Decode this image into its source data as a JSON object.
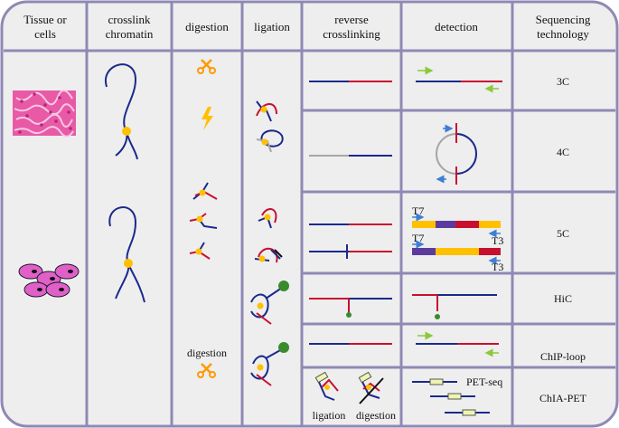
{
  "headers": {
    "tissue": [
      "Tissue or",
      "cells"
    ],
    "crosslink": [
      "crosslink",
      "chromatin"
    ],
    "digestion": "digestion",
    "ligation": "ligation",
    "reverse": [
      "reverse",
      "crosslinking"
    ],
    "detection": "detection",
    "sequencing": [
      "Sequencing",
      "technology"
    ]
  },
  "rows": [
    {
      "technology": "3C"
    },
    {
      "technology": "4C"
    },
    {
      "technology": "5C"
    },
    {
      "technology": "HiC"
    },
    {
      "technology": "ChIP-loop"
    },
    {
      "technology": "ChIA-PET"
    }
  ],
  "labels": {
    "digestion_text": "digestion",
    "t7_top": "T7",
    "t7_bottom": "T7",
    "t3_top": "T3",
    "t3_bottom": "T3",
    "pet_seq": "PET-seq",
    "chia_ligation": "ligation",
    "chia_digestion": "digestion"
  },
  "colors": {
    "panel": "#eeeeee",
    "border": "#8e89b5",
    "blue": "#1a2a8c",
    "red": "#c8102e",
    "gray": "#a6a6a6",
    "orange": "#ff9900",
    "yellow": "#ffc000",
    "green": "#3a8a2e",
    "light_green": "#8cc83c",
    "arrow_blue": "#3d7fd4",
    "purple": "#5b3c9e",
    "tissue_pink": "#e85aa6",
    "cell_pink": "#e060c8"
  },
  "icons": {
    "scissors": "scissors-icon",
    "lightning": "lightning-icon"
  }
}
